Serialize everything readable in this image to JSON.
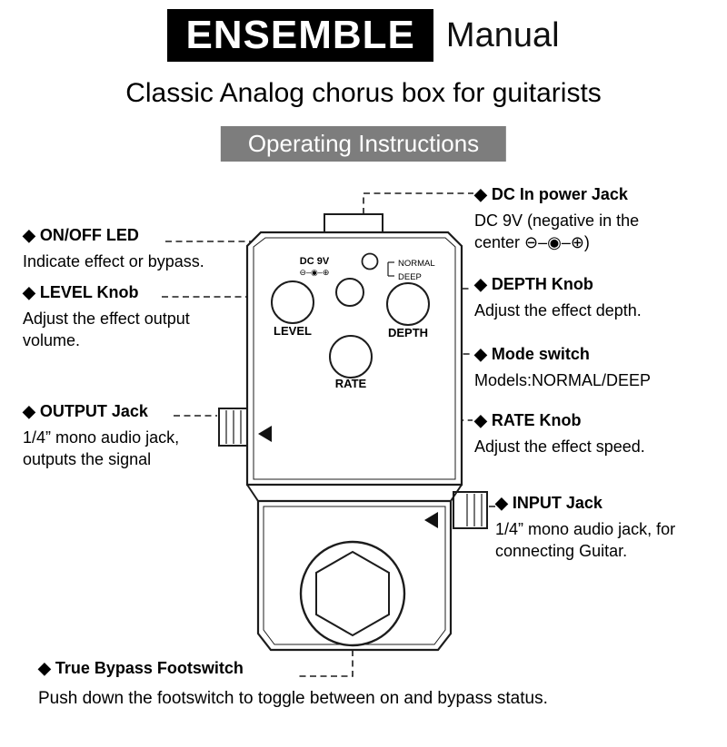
{
  "header": {
    "brand": "ENSEMBLE",
    "doc_type": "Manual",
    "subtitle": "Classic Analog chorus box for guitarists",
    "section_title": "Operating Instructions"
  },
  "pedal": {
    "dc_label": "DC 9V",
    "polarity": "⊖–◉–⊕",
    "switch_top": "NORMAL",
    "switch_bottom": "DEEP",
    "knob_level": "LEVEL",
    "knob_depth": "DEPTH",
    "knob_rate": "RATE"
  },
  "callouts": {
    "dc_in": {
      "title": "◆ DC In power Jack",
      "body": "DC 9V (negative in the center ⊖–◉–⊕)"
    },
    "on_off_led": {
      "title": "◆ ON/OFF LED",
      "body": "Indicate effect or bypass."
    },
    "level": {
      "title": "◆ LEVEL Knob",
      "body": "Adjust the effect output volume."
    },
    "depth": {
      "title": "◆ DEPTH Knob",
      "body": "Adjust the effect depth."
    },
    "mode": {
      "title": "◆ Mode switch",
      "body": "Models:NORMAL/DEEP"
    },
    "rate": {
      "title": "◆ RATE Knob",
      "body": "Adjust the effect speed."
    },
    "output": {
      "title": "◆ OUTPUT Jack",
      "body": "1/4” mono audio jack, outputs the signal"
    },
    "input": {
      "title": "◆ INPUT Jack",
      "body": "1/4” mono audio jack, for connecting Guitar."
    },
    "footswitch": {
      "title": "◆ True Bypass Footswitch",
      "body": "Push down the footswitch to toggle between on and bypass status."
    }
  }
}
